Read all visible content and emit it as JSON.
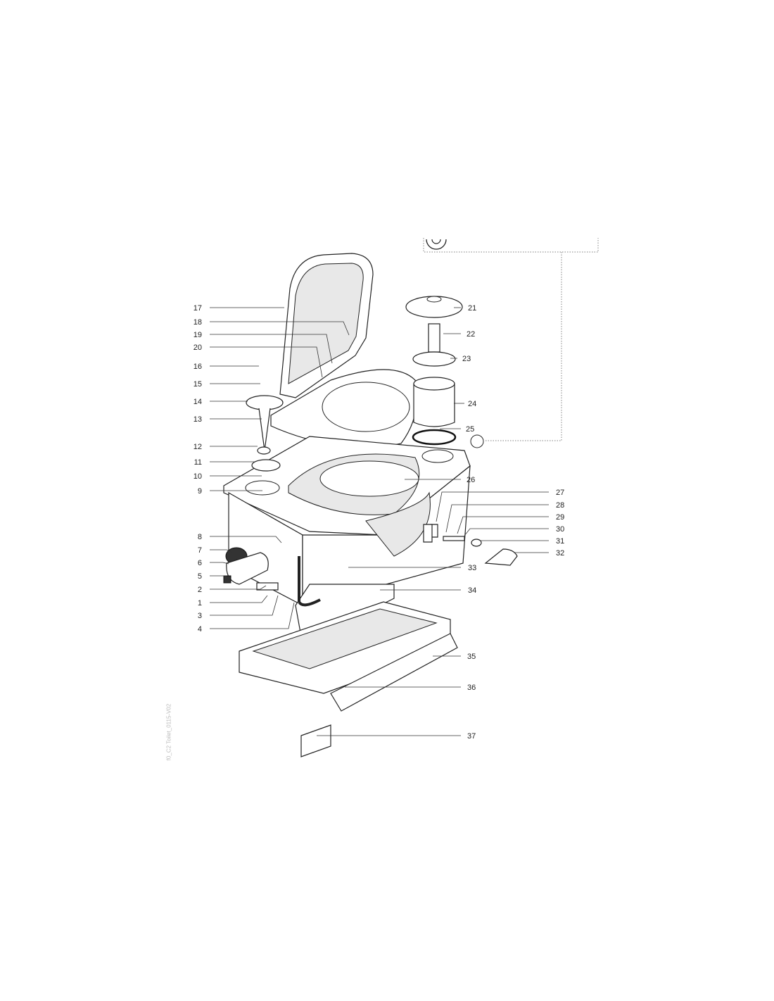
{
  "diagram": {
    "title": "Exploded parts view - cassette toilet",
    "doc_id": "f0_C2 Toilet_0115-V02",
    "callouts": [
      "1",
      "2",
      "3",
      "4",
      "5",
      "6",
      "7",
      "8",
      "9",
      "10",
      "11",
      "12",
      "13",
      "14",
      "15",
      "16",
      "17",
      "18",
      "19",
      "20",
      "21",
      "22",
      "23",
      "24",
      "25",
      "26",
      "27",
      "28",
      "29",
      "30",
      "31",
      "32",
      "33",
      "34",
      "35",
      "36",
      "37"
    ]
  }
}
